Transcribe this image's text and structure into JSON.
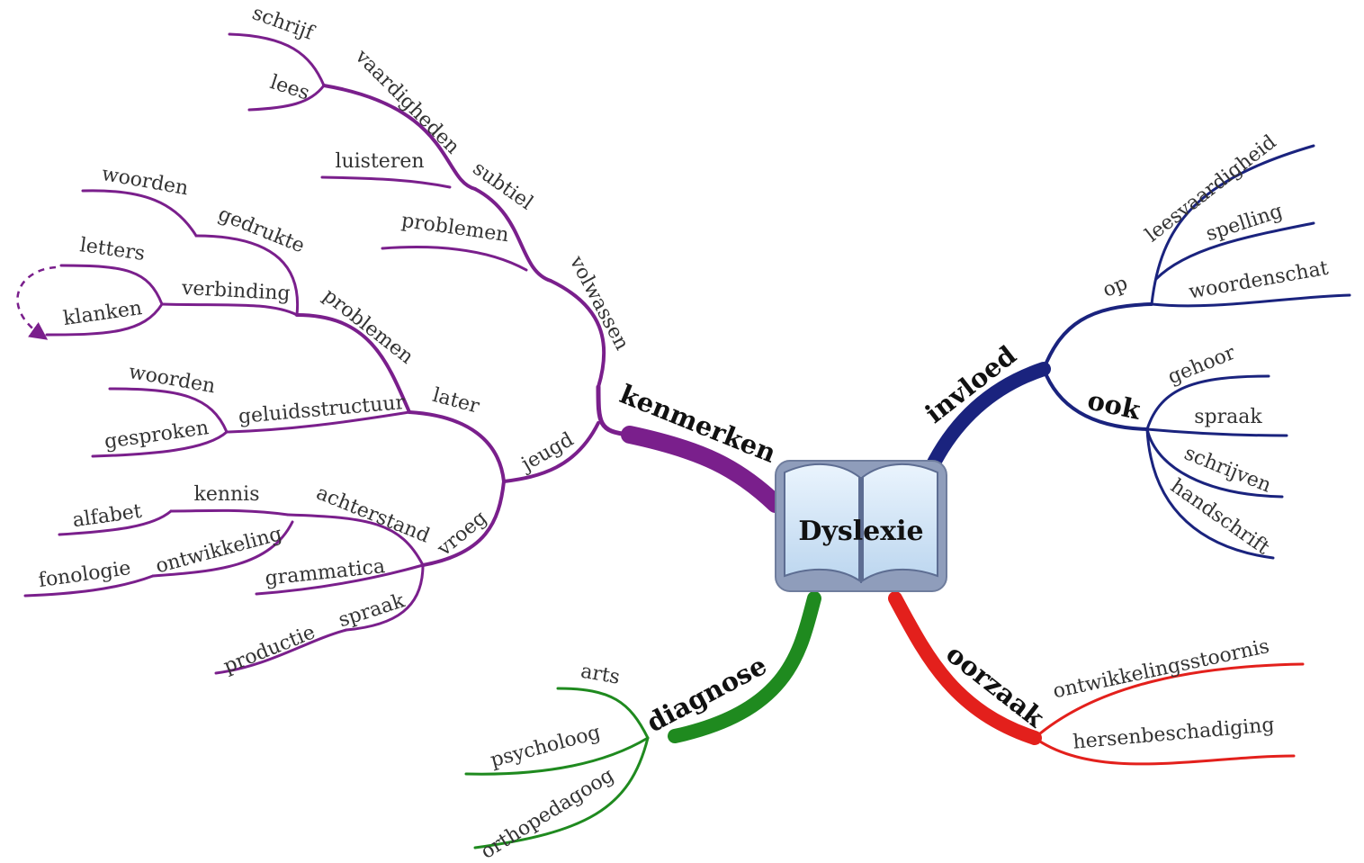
{
  "central": {
    "label": "Dyslexie",
    "icon": "open-book-icon"
  },
  "colors": {
    "kenmerken": "#7a1f8c",
    "invloed": "#1a237e",
    "oorzaak": "#e3201c",
    "diagnose": "#1f8a1f",
    "book": "#cfe4f7"
  },
  "branches": {
    "kenmerken": {
      "label": "kenmerken",
      "jeugd": "jeugd",
      "later": "later",
      "problemen": "problemen",
      "gedrukte": "gedrukte",
      "woorden1": "woorden",
      "verbinding": "verbinding",
      "letters": "letters",
      "klanken": "klanken",
      "geluidsstructuur": "geluidsstructuur",
      "woorden2": "woorden",
      "gesproken": "gesproken",
      "vroeg": "vroeg",
      "achterstand": "achterstand",
      "kennis": "kennis",
      "alfabet": "alfabet",
      "ontwikkeling": "ontwikkeling",
      "fonologie": "fonologie",
      "grammatica": "grammatica",
      "spraak": "spraak",
      "productie": "productie",
      "volwassen": "volwassen",
      "subtiel": "subtiel",
      "vaardigheden": "vaardigheden",
      "schrijf": "schrijf",
      "lees": "lees",
      "luisteren": "luisteren",
      "problemen2": "problemen"
    },
    "invloed": {
      "label": "invloed",
      "op": "op",
      "leesvaardigheid": "leesvaardigheid",
      "spelling": "spelling",
      "woordenschat": "woordenschat",
      "ook": "ook",
      "gehoor": "gehoor",
      "spraak": "spraak",
      "schrijven": "schrijven",
      "handschrift": "handschrift"
    },
    "oorzaak": {
      "label": "oorzaak",
      "ontwikkelingsstoornis": "ontwikkelingsstoornis",
      "hersenbeschadiging": "hersenbeschadiging"
    },
    "diagnose": {
      "label": "diagnose",
      "arts": "arts",
      "psycholoog": "psycholoog",
      "orthopedagoog": "orthopedagoog"
    }
  }
}
